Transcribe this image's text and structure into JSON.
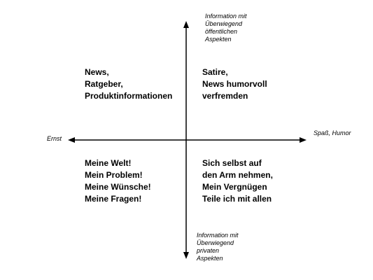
{
  "axes": {
    "top": [
      "Information mit",
      "Überwiegend",
      "öffentlichen",
      "Aspekten"
    ],
    "bottom": [
      "Information mit",
      "Überwiegend",
      "privaten",
      "Aspekten"
    ],
    "left": [
      "Ernst"
    ],
    "right": [
      "Spaß, Humor"
    ]
  },
  "quadrants": {
    "top_left": [
      "News,",
      "Ratgeber,",
      "Produktinformationen"
    ],
    "top_right": [
      "Satire,",
      "News humorvoll",
      "verfremden"
    ],
    "bottom_left": [
      "Meine Welt!",
      "Mein Problem!",
      "Meine Wünsche!",
      "Meine Fragen!"
    ],
    "bottom_right": [
      "Sich selbst auf",
      "den Arm nehmen,",
      "Mein Vergnügen",
      "Teile ich mit allen"
    ]
  },
  "colors": {
    "ink": "#000000",
    "background": "#ffffff"
  }
}
